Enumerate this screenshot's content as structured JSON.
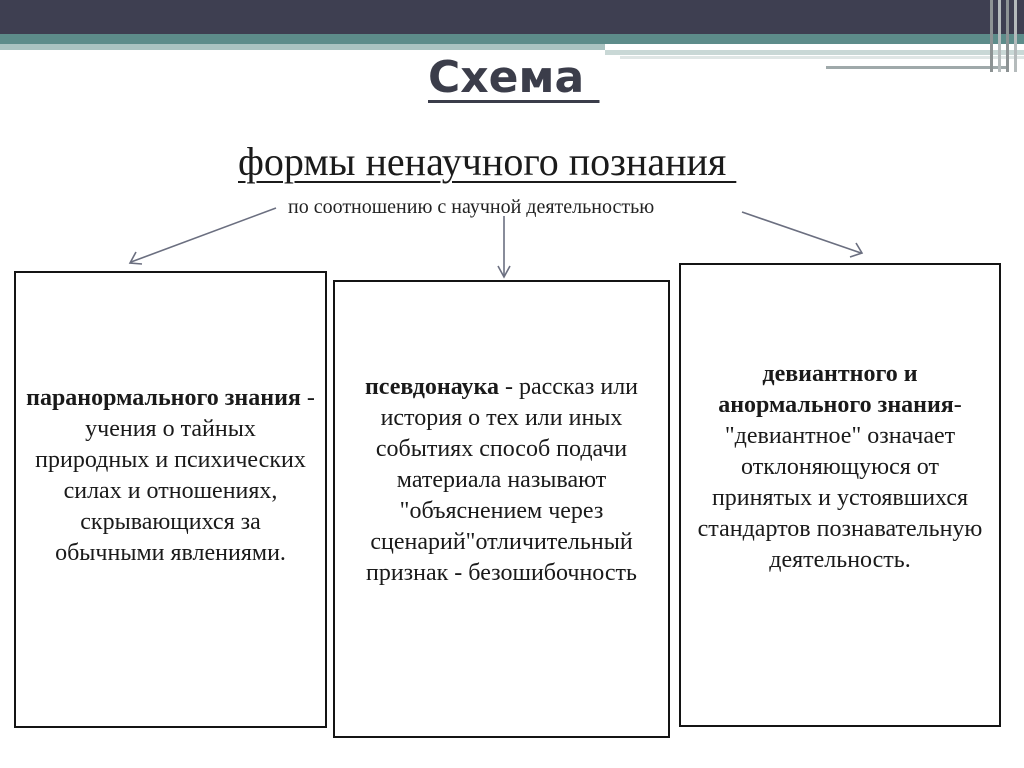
{
  "slide": {
    "title": "Схема ",
    "heading": "формы ненаучного познания ",
    "criterion": "по соотношению с научной деятельностью"
  },
  "boxes": [
    {
      "term": "паранормального знания",
      "description": " - учения о тайных природных и психических силах и отношениях, скрывающихся за обычными явлениями."
    },
    {
      "term": "псевдонаука",
      "description": " - рассказ или история о тех или иных событиях способ подачи материала называют \"объяснением через сценарий\"отличительный признак - безошибочность"
    },
    {
      "term": "девиантного и анормального знания",
      "description": "- \"девиантное\" означает отклоняющуюся от принятых и устоявшихся стандартов познавательную деятельность."
    }
  ],
  "colors": {
    "banner_dark": "#3e3f51",
    "banner_teal": "#5d8c8a",
    "title": "#3b3d4a"
  }
}
